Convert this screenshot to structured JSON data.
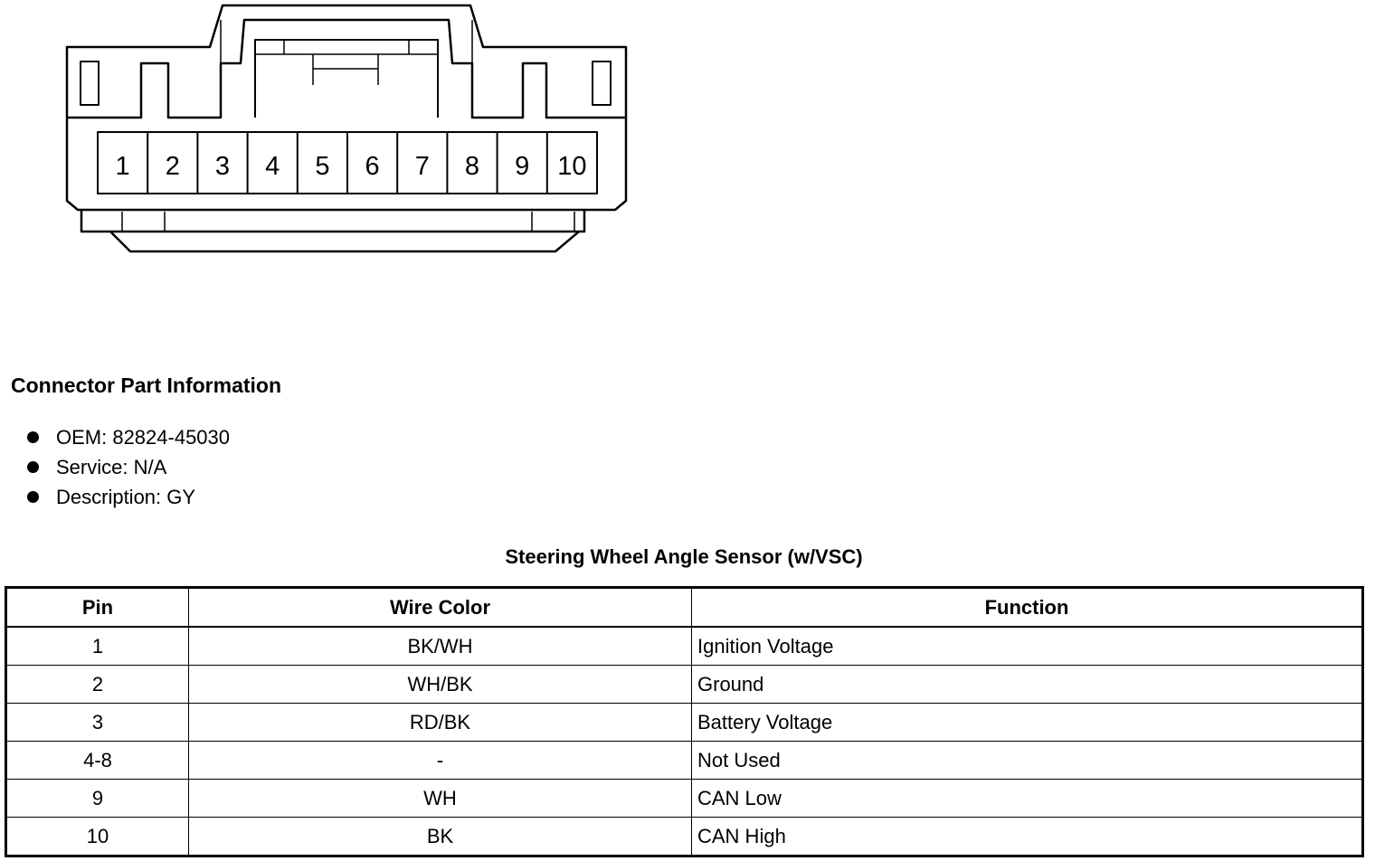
{
  "connector": {
    "pins": [
      "1",
      "2",
      "3",
      "4",
      "5",
      "6",
      "7",
      "8",
      "9",
      "10"
    ]
  },
  "part_info": {
    "title": "Connector Part Information",
    "items": [
      "OEM: 82824-45030",
      "Service: N/A",
      "Description: GY"
    ]
  },
  "table": {
    "title": "Steering Wheel Angle Sensor (w/VSC)",
    "headers": [
      "Pin",
      "Wire Color",
      "Function"
    ],
    "rows": [
      {
        "pin": "1",
        "wire_color": "BK/WH",
        "function": "Ignition Voltage"
      },
      {
        "pin": "2",
        "wire_color": "WH/BK",
        "function": "Ground"
      },
      {
        "pin": "3",
        "wire_color": "RD/BK",
        "function": "Battery Voltage"
      },
      {
        "pin": "4-8",
        "wire_color": "-",
        "function": "Not Used"
      },
      {
        "pin": "9",
        "wire_color": "WH",
        "function": "CAN Low"
      },
      {
        "pin": "10",
        "wire_color": "BK",
        "function": "CAN High"
      }
    ]
  }
}
